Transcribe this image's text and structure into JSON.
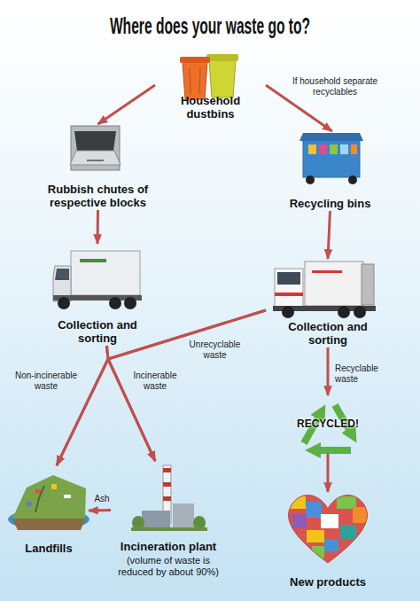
{
  "diagram": {
    "title": "Where does your waste go to?",
    "nodes": [
      {
        "text": [
          "Household dustbins"
        ]
      },
      {
        "text": [
          "Rubbish chutes of respective blocks"
        ]
      },
      {
        "text": [
          "Recycling bins"
        ]
      },
      {
        "text": [
          "Collection and sorting"
        ]
      },
      {
        "text": [
          "Collection and sorting"
        ]
      },
      {
        "text": [
          "RECYCLED!"
        ]
      },
      {
        "text": [
          "Landfills"
        ]
      },
      {
        "text": [
          "Incineration plant",
          "(volume of waste is reduced by about 90%)"
        ]
      },
      {
        "text": [
          "New products"
        ]
      }
    ],
    "edges": [
      {
        "from": 0,
        "to": 1,
        "arrow": "to"
      },
      {
        "from": 0,
        "to": 2,
        "label": "If household separate recyclables",
        "arrow": "to"
      },
      {
        "from": 1,
        "to": 3,
        "arrow": "to"
      },
      {
        "from": 2,
        "to": 4,
        "arrow": "to"
      },
      {
        "from": 3,
        "to": 6,
        "arrow": "to"
      },
      {
        "from": 3,
        "to": 7,
        "arrow": "to"
      },
      {
        "from": 4,
        "to": 6,
        "arrow": "to"
      },
      {
        "from": 4,
        "to": 7,
        "arrow": "to"
      },
      {
        "from": 4,
        "to": 5,
        "label": "Recyclable waste",
        "arrow": "to"
      },
      {
        "from": 5,
        "to": 8,
        "arrow": "to"
      },
      {
        "from": 7,
        "to": 6,
        "label": "Ash",
        "arrow": "to"
      }
    ],
    "labels": [
      "Unrecyclable waste",
      "Non-incinerable waste",
      "Incinerable waste"
    ]
  }
}
